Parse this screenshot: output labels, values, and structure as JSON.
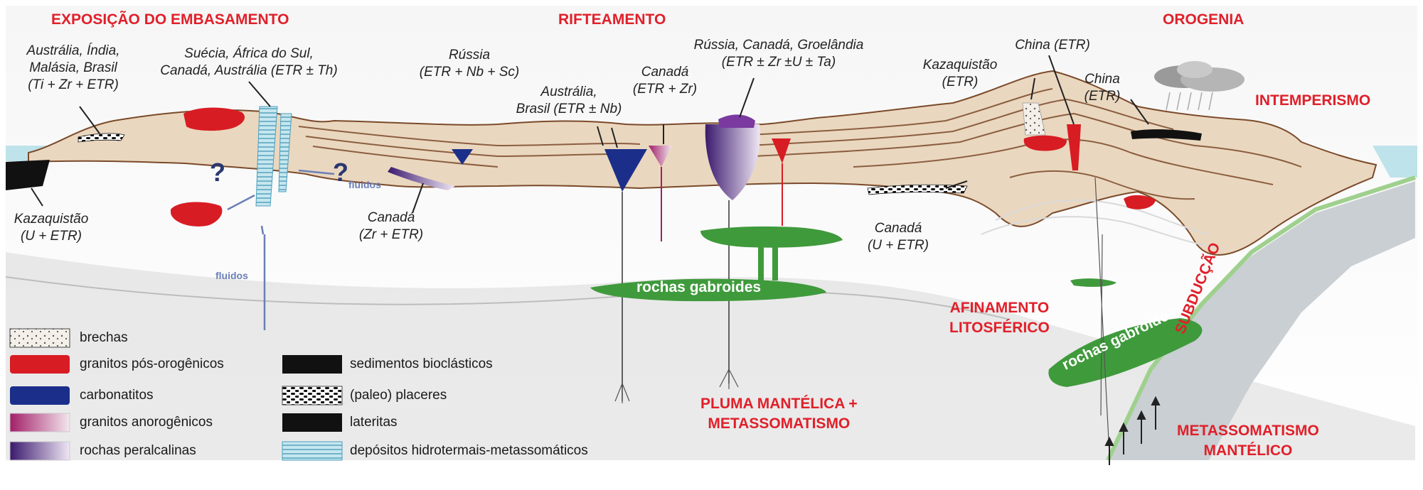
{
  "headers": {
    "exposicao": "EXPOSIÇÃO DO  EMBASAMENTO",
    "rifteamento": "RIFTEAMENTO",
    "orogenia": "OROGENIA",
    "intemperismo": "INTEMPERISMO",
    "afinamento_1": "AFINAMENTO",
    "afinamento_2": "LITOSFÉRICO",
    "subduccao": "SUBDUCÇÃO",
    "pluma_1": "PLUMA MANTÉLICA +",
    "pluma_2": "METASSOMATISMO",
    "metassomatismo_1": "METASSOMATISMO",
    "metassomatismo_2": "MANTÉLICO"
  },
  "labels": {
    "australia_india": [
      "Austrália, Índia,",
      "Malásia, Brasil",
      "(Ti + Zr + ETR)"
    ],
    "suecia": [
      "Suécia, África do Sul,",
      "Canadá,  Austrália (ETR ± Th)"
    ],
    "kazaquistao_left": [
      "Kazaquistão",
      "(U + ETR)"
    ],
    "russia_1": [
      "Rússia",
      "(ETR + Nb + Sc)"
    ],
    "australia_brasil": [
      "Austrália,",
      "Brasil (ETR ± Nb)"
    ],
    "canada_zr": [
      "Canadá",
      "(ETR + Zr)"
    ],
    "russia_canada": [
      "Rússia, Canadá,  Groelândia",
      "(ETR ± Zr ±U ± Ta)"
    ],
    "canada_zr_etr": [
      "Canadá",
      "(Zr + ETR)"
    ],
    "canada_u_etr": [
      "Canadá",
      "(U + ETR)"
    ],
    "kazaquistao_right": [
      "Kazaquistão",
      "(ETR)"
    ],
    "china_1": [
      "China (ETR)"
    ],
    "china_2": [
      "China",
      "(ETR)"
    ],
    "question_mark": "?",
    "fluidos": "fluidos",
    "rochas_gabroides": "rochas gabroides"
  },
  "legend": [
    {
      "id": "brechas",
      "label": "brechas"
    },
    {
      "id": "granitos-pos",
      "label": "granitos pós-orogênicos"
    },
    {
      "id": "carbonatitos",
      "label": "carbonatitos"
    },
    {
      "id": "granitos-anorogenicos",
      "label": "granitos anorogênicos"
    },
    {
      "id": "rochas-peralcalinas",
      "label": "rochas peralcalinas"
    },
    {
      "id": "sedimentos-bioclasticos",
      "label": "sedimentos bioclásticos"
    },
    {
      "id": "paleo-placeres",
      "label": "(paleo) placeres"
    },
    {
      "id": "lateritas",
      "label": "lateritas"
    },
    {
      "id": "depositos-hidrotermais",
      "label": "depósitos hidrotermais-metassomáticos"
    }
  ],
  "colors": {
    "red": "#d81c23",
    "crust": "#ead7bf",
    "strata": "#7b4a2a",
    "carbonatite": "#1b2f8a",
    "purple": "#7a3aa0",
    "magenta": "#b2377d",
    "green": "#3f9a3c",
    "mantle": "#dedede",
    "ocean": "#bfe3ea",
    "header_red": "#e0202a"
  }
}
